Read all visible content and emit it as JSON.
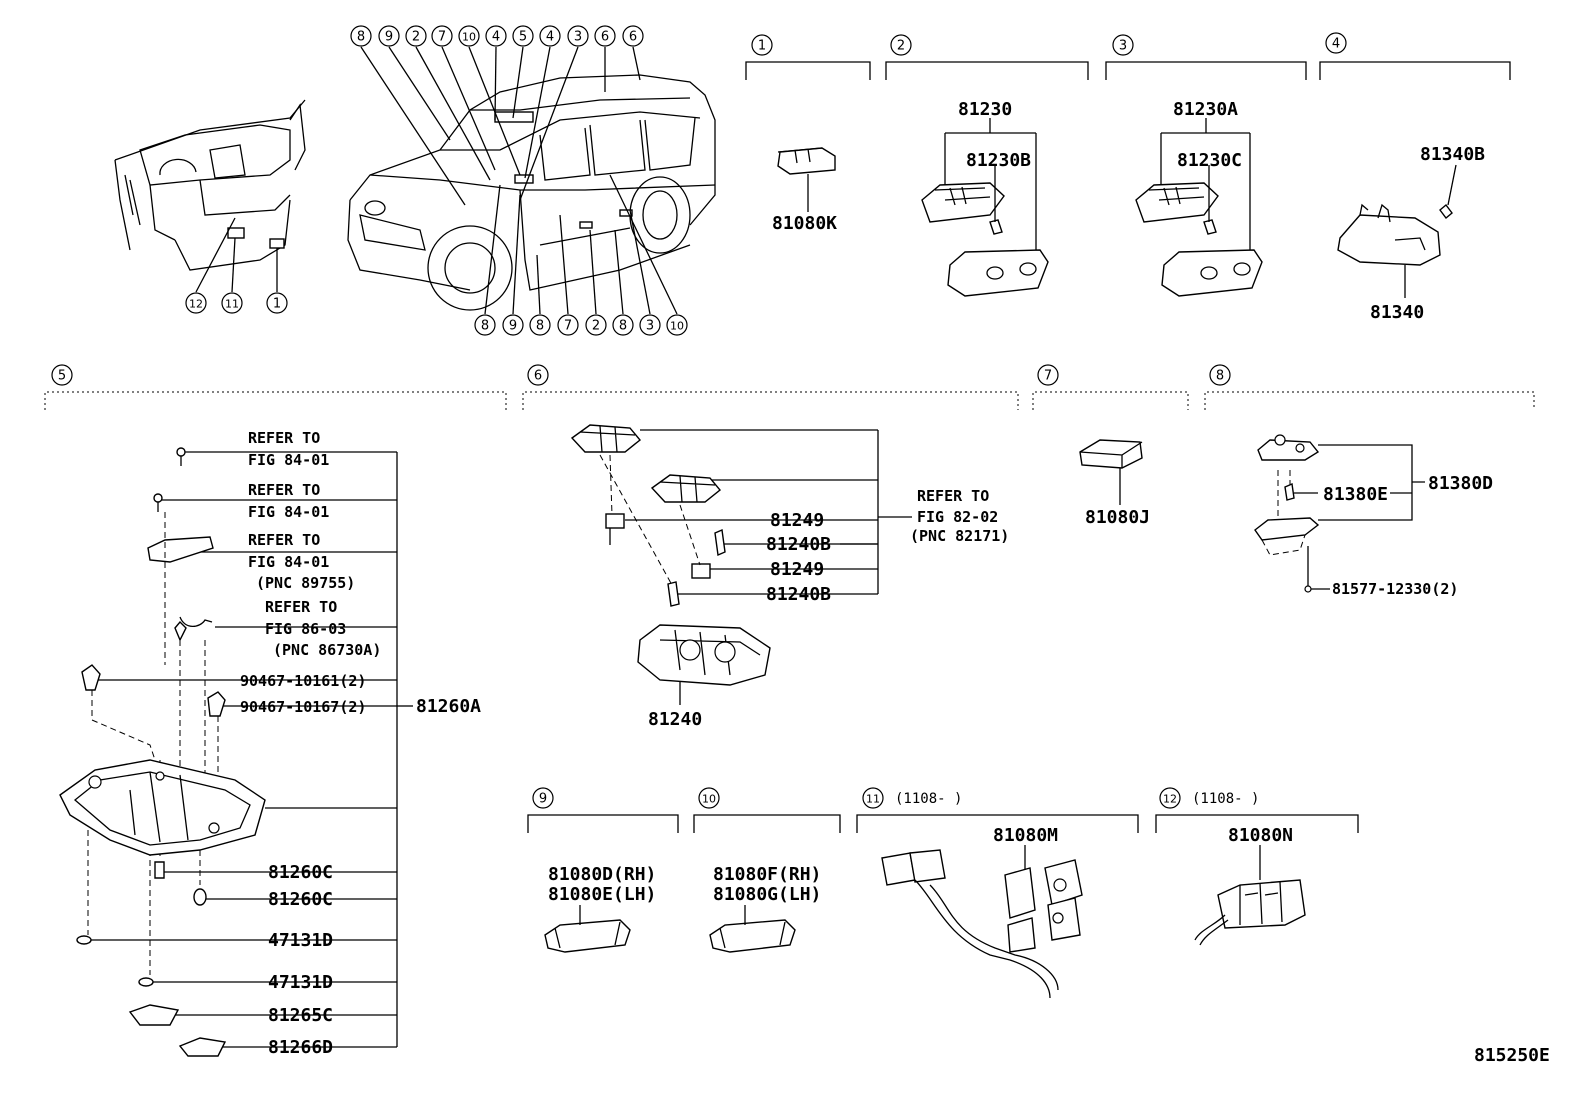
{
  "callouts": {
    "top": [
      "8",
      "9",
      "2",
      "7",
      "10",
      "4",
      "5",
      "4",
      "3",
      "6",
      "6"
    ],
    "bottom": [
      "8",
      "9",
      "8",
      "7",
      "2",
      "8",
      "3",
      "10"
    ],
    "dash": [
      "12",
      "11",
      "1"
    ]
  },
  "sections": [
    {
      "num": "1"
    },
    {
      "num": "2"
    },
    {
      "num": "3"
    },
    {
      "num": "4"
    },
    {
      "num": "5"
    },
    {
      "num": "6"
    },
    {
      "num": "7"
    },
    {
      "num": "8"
    },
    {
      "num": "9"
    },
    {
      "num": "10"
    },
    {
      "num": "11",
      "note": "(1108-      )"
    },
    {
      "num": "12",
      "note": "(1108-      )"
    }
  ],
  "sec1": {
    "part": "81080K"
  },
  "sec2": {
    "top": "81230",
    "sub": "81230B"
  },
  "sec3": {
    "top": "81230A",
    "sub": "81230C"
  },
  "sec4": {
    "bulb": "81340B",
    "part": "81340"
  },
  "sec5": {
    "refs": [
      {
        "l1": "REFER TO",
        "l2": "FIG 84-01",
        "l3": ""
      },
      {
        "l1": "REFER TO",
        "l2": "FIG 84-01",
        "l3": ""
      },
      {
        "l1": "REFER TO",
        "l2": "FIG 84-01",
        "l3": "(PNC 89755)"
      },
      {
        "l1": "REFER TO",
        "l2": "FIG 86-03",
        "l3": "(PNC 86730A)"
      }
    ],
    "screw1": "90467-10161(2)",
    "screw2": "90467-10167(2)",
    "assembly": "81260A",
    "parts": [
      "81260C",
      "81260C",
      "47131D",
      "47131D",
      "81265C",
      "81266D"
    ]
  },
  "sec6": {
    "ref": {
      "l1": "REFER TO",
      "l2": "FIG 82-02",
      "l3": "(PNC 82171)"
    },
    "parts": [
      "81249",
      "81240B",
      "81249",
      "81240B"
    ],
    "lamp": "81240"
  },
  "sec7": {
    "part": "81080J"
  },
  "sec8": {
    "bulb": "81380E",
    "assembly": "81380D",
    "screw": "81577-12330(2)"
  },
  "sec9": {
    "l1": "81080D(RH)",
    "l2": "81080E(LH)"
  },
  "sec10": {
    "l1": "81080F(RH)",
    "l2": "81080G(LH)"
  },
  "sec11": {
    "part": "81080M"
  },
  "sec12": {
    "part": "81080N"
  },
  "figure_id": "815250E"
}
